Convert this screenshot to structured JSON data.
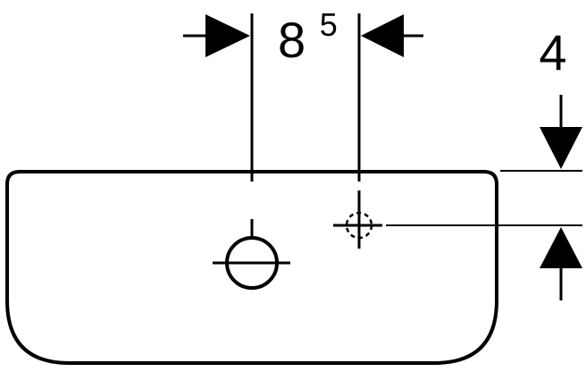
{
  "diagram": {
    "horizontal_dimension": {
      "base": "8",
      "superscript": "5"
    },
    "vertical_dimension": {
      "value": "4"
    }
  },
  "colors": {
    "line": "#000000",
    "background": "#ffffff"
  }
}
